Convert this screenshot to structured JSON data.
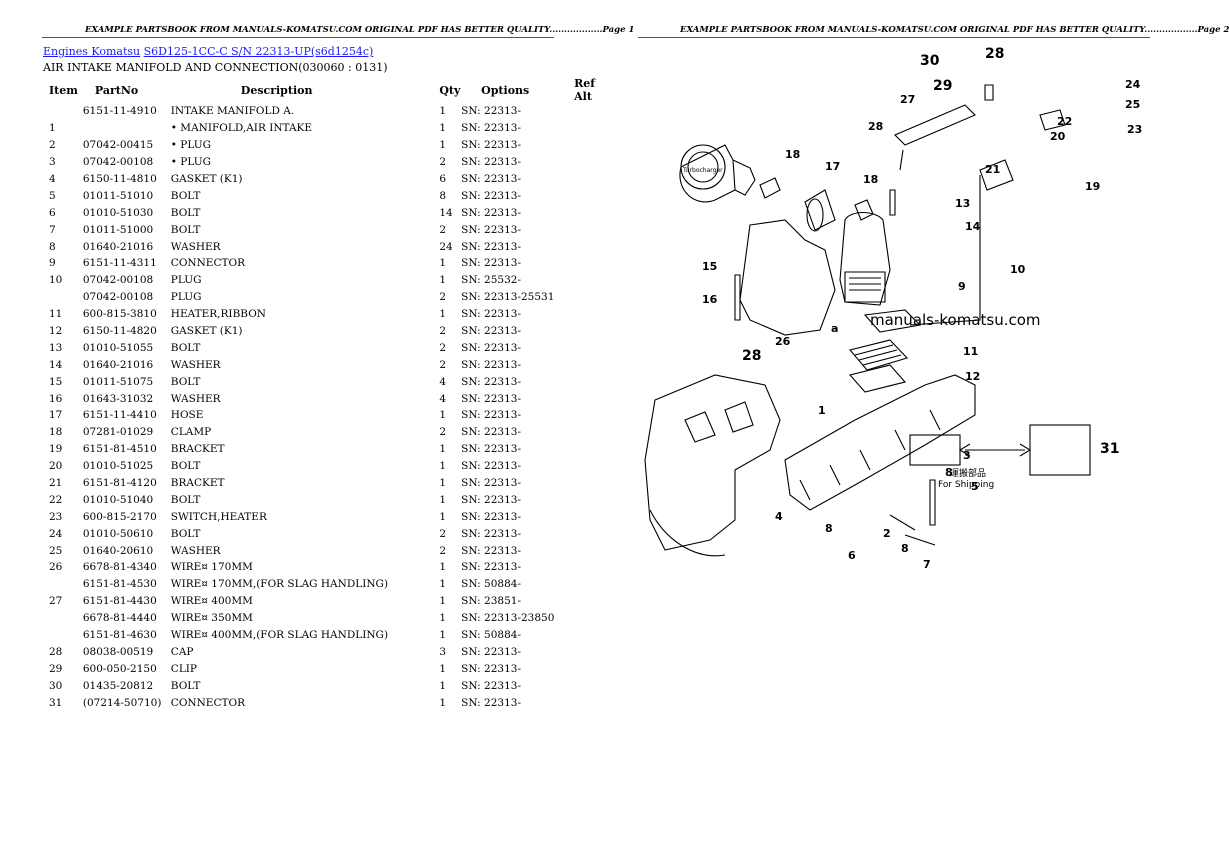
{
  "left_page": {
    "header": "EXAMPLE PARTSBOOK FROM MANUALS-KOMATSU.COM ORIGINAL PDF HAS BETTER QUALITY..................Page 1",
    "breadcrumb": {
      "link1": "Engines Komatsu",
      "link2": "S6D125-1CC-C S/N 22313-UP(s6d1254c)"
    },
    "subtitle": "AIR INTAKE MANIFOLD AND CONNECTION(030060 : 0131)",
    "columns": [
      "Item",
      "PartNo",
      "Description",
      "Qty",
      "Options",
      "Ref Alt"
    ],
    "rows": [
      [
        "",
        "6151-11-4910",
        "INTAKE MANIFOLD A.",
        "1",
        "SN: 22313-"
      ],
      [
        "1",
        "",
        "• MANIFOLD,AIR INTAKE",
        "1",
        "SN: 22313-"
      ],
      [
        "2",
        "07042-00415",
        "• PLUG",
        "1",
        "SN: 22313-"
      ],
      [
        "3",
        "07042-00108",
        "• PLUG",
        "2",
        "SN: 22313-"
      ],
      [
        "4",
        "6150-11-4810",
        "GASKET (K1)",
        "6",
        "SN: 22313-"
      ],
      [
        "5",
        "01011-51010",
        "BOLT",
        "8",
        "SN: 22313-"
      ],
      [
        "6",
        "01010-51030",
        "BOLT",
        "14",
        "SN: 22313-"
      ],
      [
        "7",
        "01011-51000",
        "BOLT",
        "2",
        "SN: 22313-"
      ],
      [
        "8",
        "01640-21016",
        "WASHER",
        "24",
        "SN: 22313-"
      ],
      [
        "9",
        "6151-11-4311",
        "CONNECTOR",
        "1",
        "SN: 22313-"
      ],
      [
        "10",
        "07042-00108",
        "PLUG",
        "1",
        "SN: 25532-"
      ],
      [
        "",
        "07042-00108",
        "PLUG",
        "2",
        "SN: 22313-25531"
      ],
      [
        "11",
        "600-815-3810",
        "HEATER,RIBBON",
        "1",
        "SN: 22313-"
      ],
      [
        "12",
        "6150-11-4820",
        "GASKET (K1)",
        "2",
        "SN: 22313-"
      ],
      [
        "13",
        "01010-51055",
        "BOLT",
        "2",
        "SN: 22313-"
      ],
      [
        "14",
        "01640-21016",
        "WASHER",
        "2",
        "SN: 22313-"
      ],
      [
        "15",
        "01011-51075",
        "BOLT",
        "4",
        "SN: 22313-"
      ],
      [
        "16",
        "01643-31032",
        "WASHER",
        "4",
        "SN: 22313-"
      ],
      [
        "17",
        "6151-11-4410",
        "HOSE",
        "1",
        "SN: 22313-"
      ],
      [
        "18",
        "07281-01029",
        "CLAMP",
        "2",
        "SN: 22313-"
      ],
      [
        "19",
        "6151-81-4510",
        "BRACKET",
        "1",
        "SN: 22313-"
      ],
      [
        "20",
        "01010-51025",
        "BOLT",
        "1",
        "SN: 22313-"
      ],
      [
        "21",
        "6151-81-4120",
        "BRACKET",
        "1",
        "SN: 22313-"
      ],
      [
        "22",
        "01010-51040",
        "BOLT",
        "1",
        "SN: 22313-"
      ],
      [
        "23",
        "600-815-2170",
        "SWITCH,HEATER",
        "1",
        "SN: 22313-"
      ],
      [
        "24",
        "01010-50610",
        "BOLT",
        "2",
        "SN: 22313-"
      ],
      [
        "25",
        "01640-20610",
        "WASHER",
        "2",
        "SN: 22313-"
      ],
      [
        "26",
        "6678-81-4340",
        "WIRE¤ 170MM",
        "1",
        "SN: 22313-"
      ],
      [
        "",
        "6151-81-4530",
        "WIRE¤ 170MM,(FOR SLAG HANDLING)",
        "1",
        "SN: 50884-"
      ],
      [
        "27",
        "6151-81-4430",
        "WIRE¤ 400MM",
        "1",
        "SN: 23851-"
      ],
      [
        "",
        "6678-81-4440",
        "WIRE¤ 350MM",
        "1",
        "SN: 22313-23850"
      ],
      [
        "",
        "6151-81-4630",
        "WIRE¤ 400MM,(FOR SLAG HANDLING)",
        "1",
        "SN: 50884-"
      ],
      [
        "28",
        "08038-00519",
        "CAP",
        "3",
        "SN: 22313-"
      ],
      [
        "29",
        "600-050-2150",
        "CLIP",
        "1",
        "SN: 22313-"
      ],
      [
        "30",
        "01435-20812",
        "BOLT",
        "1",
        "SN: 22313-"
      ],
      [
        "31",
        "(07214-50710)",
        "CONNECTOR",
        "1",
        "SN: 22313-"
      ]
    ]
  },
  "right_page": {
    "header": "EXAMPLE PARTSBOOK FROM MANUALS-KOMATSU.COM ORIGINAL PDF HAS BETTER QUALITY..................Page 2",
    "watermark": "manuals-komatsu.com",
    "shipping_label_jp": "運搬部品",
    "shipping_label_en": "For Shipping",
    "turbo_label": "Turbocharger",
    "callouts": [
      "30",
      "28",
      "29",
      "27",
      "24",
      "25",
      "22",
      "20",
      "23",
      "21",
      "19",
      "28",
      "18",
      "17",
      "18",
      "13",
      "14",
      "10",
      "15",
      "16",
      "9",
      "a",
      "11",
      "28",
      "26",
      "12",
      "1",
      "3",
      "31",
      "8",
      "5",
      "4",
      "2",
      "8",
      "6",
      "8",
      "7"
    ]
  }
}
